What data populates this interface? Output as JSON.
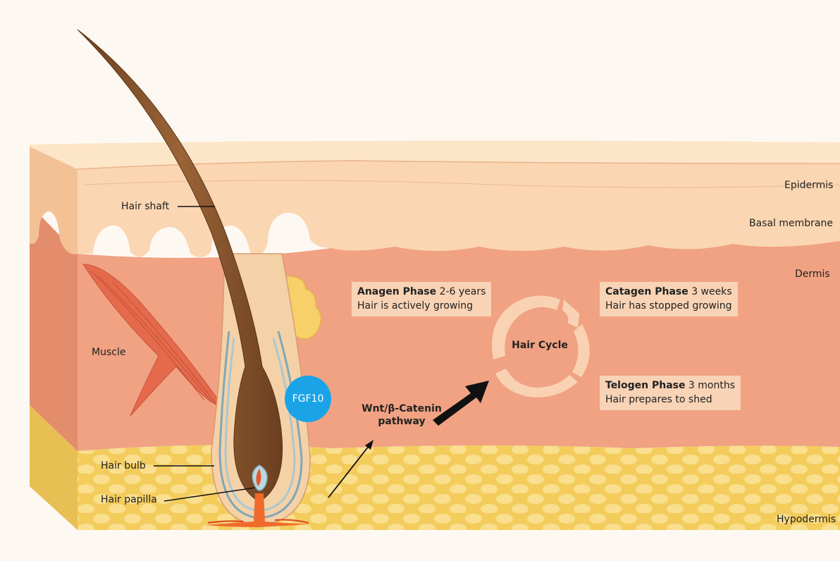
{
  "labels": {
    "epidermis": "Epidermis",
    "basal_membrane": "Basal membrane",
    "dermis": "Dermis",
    "hypodermis": "Hypodermis",
    "hair_shaft": "Hair shaft",
    "muscle": "Muscle",
    "hair_bulb": "Hair bulb",
    "hair_papilla": "Hair papilla"
  },
  "fgf10": {
    "text": "FGF10",
    "color": "#1ba3e8"
  },
  "hair_cycle": {
    "title": "Hair Cycle"
  },
  "pathway": {
    "line1": "Wnt/β-Catenin",
    "line2": "pathway"
  },
  "phases": [
    {
      "name": "Anagen Phase",
      "duration": "2-6 years",
      "description": "Hair is actively growing"
    },
    {
      "name": "Catagen Phase",
      "duration": "3 weeks",
      "description": "Hair has stopped growing"
    },
    {
      "name": "Telogen Phase",
      "duration": "3 months",
      "description": "Hair prepares to shed"
    }
  ],
  "colors": {
    "epidermis": "#fbd9b6",
    "dermis": "#f2a887",
    "hypodermis": "#f6d36a",
    "hair": "#8a5630",
    "box": "#f8d3b5"
  }
}
